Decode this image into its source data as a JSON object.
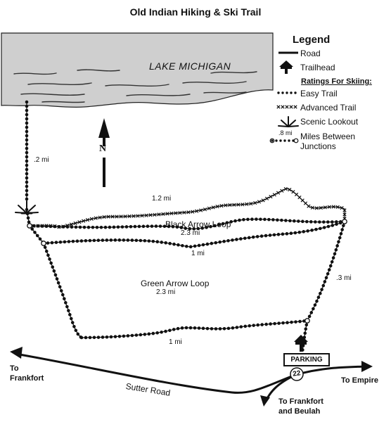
{
  "map": {
    "title": "Old Indian Hiking & Ski Trail",
    "lake_label": "LAKE MICHIGAN",
    "north_label": "N",
    "trail_labels": {
      "spur": ".2 mi",
      "outer_top": "1.2 mi",
      "black_loop_name": "Black Arrow Loop",
      "black_loop_dist": "2.3 mi",
      "middle": "1 mi",
      "green_loop_name": "Green Arrow Loop",
      "green_loop_dist": "2.3 mi",
      "bottom": "1 mi",
      "right_side": ".3 mi"
    },
    "parking_label": "PARKING",
    "route_number": "22",
    "road_label": "Sutter Road",
    "destinations": {
      "frankfort_to": "To",
      "frankfort": "Frankfort",
      "empire": "To Empire",
      "frankfort_beulah_1": "To Frankfort",
      "frankfort_beulah_2": "and Beulah"
    }
  },
  "legend": {
    "title": "Legend",
    "road": "Road",
    "trailhead": "Trailhead",
    "ratings_heading": "Ratings For Skiing:",
    "easy": "Easy Trail",
    "advanced": "Advanced Trail",
    "lookout": "Scenic Lookout",
    "miles_sample": ".8 mi",
    "miles_between_1": "Miles Between",
    "miles_between_2": "Junctions"
  }
}
